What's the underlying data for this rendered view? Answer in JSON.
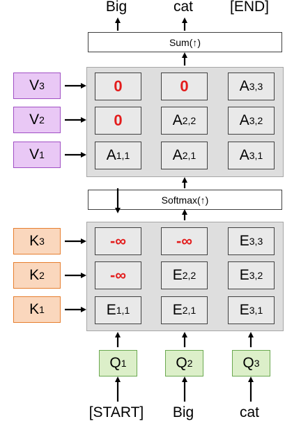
{
  "outputs": [
    "Big",
    "cat",
    "[END]"
  ],
  "inputs": [
    "[START]",
    "Big",
    "cat"
  ],
  "sum_label": "Sum(↑)",
  "softmax_label": "Softmax(↑)",
  "values": [
    {
      "base": "V",
      "sub": "3"
    },
    {
      "base": "V",
      "sub": "2"
    },
    {
      "base": "V",
      "sub": "1"
    }
  ],
  "keys": [
    {
      "base": "K",
      "sub": "3"
    },
    {
      "base": "K",
      "sub": "2"
    },
    {
      "base": "K",
      "sub": "1"
    }
  ],
  "queries": [
    {
      "base": "Q",
      "sub": "1"
    },
    {
      "base": "Q",
      "sub": "2"
    },
    {
      "base": "Q",
      "sub": "3"
    }
  ],
  "attention_grid": [
    [
      {
        "text": "0",
        "red": true
      },
      {
        "text": "0",
        "red": true
      },
      {
        "base": "A",
        "sub": "3,3"
      }
    ],
    [
      {
        "text": "0",
        "red": true
      },
      {
        "base": "A",
        "sub": "2,2"
      },
      {
        "base": "A",
        "sub": "3,2"
      }
    ],
    [
      {
        "base": "A",
        "sub": "1,1"
      },
      {
        "base": "A",
        "sub": "2,1"
      },
      {
        "base": "A",
        "sub": "3,1"
      }
    ]
  ],
  "score_grid": [
    [
      {
        "text": "-∞",
        "red": true
      },
      {
        "text": "-∞",
        "red": true
      },
      {
        "base": "E",
        "sub": "3,3"
      }
    ],
    [
      {
        "text": "-∞",
        "red": true
      },
      {
        "base": "E",
        "sub": "2,2"
      },
      {
        "base": "E",
        "sub": "3,2"
      }
    ],
    [
      {
        "base": "E",
        "sub": "1,1"
      },
      {
        "base": "E",
        "sub": "2,1"
      },
      {
        "base": "E",
        "sub": "3,1"
      }
    ]
  ],
  "colors": {
    "value_fill": "#e9c8f5",
    "value_border": "#a04fc4",
    "key_fill": "#fad7bd",
    "key_border": "#e67e2e",
    "query_fill": "#dcefc9",
    "query_border": "#6aa84f",
    "masked_text": "#e31c1c"
  }
}
